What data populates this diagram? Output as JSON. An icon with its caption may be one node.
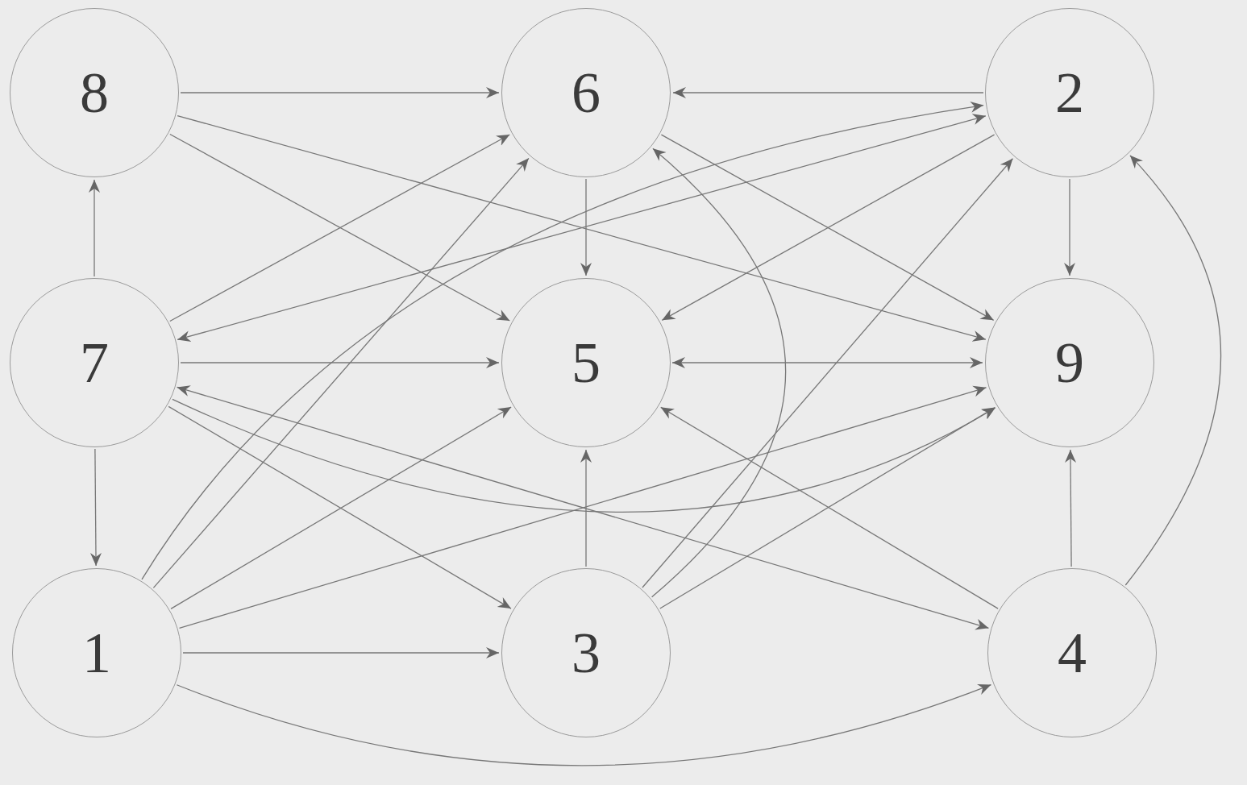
{
  "diagram": {
    "nodes": [
      {
        "text": [
          "8"
        ]
      },
      {
        "text": [
          "6"
        ]
      },
      {
        "text": [
          "2"
        ]
      },
      {
        "text": [
          "7"
        ]
      },
      {
        "text": [
          "5"
        ]
      },
      {
        "text": [
          "9"
        ]
      },
      {
        "text": [
          "1"
        ]
      },
      {
        "text": [
          "3"
        ]
      },
      {
        "text": [
          "4"
        ]
      }
    ],
    "edges": [
      {
        "from": 0,
        "to": 1,
        "arrow": "to"
      },
      {
        "from": 0,
        "to": 5,
        "arrow": "to"
      },
      {
        "from": 0,
        "to": 4,
        "arrow": "to"
      },
      {
        "from": 2,
        "to": 1,
        "arrow": "to"
      },
      {
        "from": 3,
        "to": 2,
        "arrow": "both"
      },
      {
        "from": 3,
        "to": 1,
        "arrow": "to"
      },
      {
        "from": 6,
        "to": 1,
        "arrow": "to"
      },
      {
        "from": 6,
        "to": 2,
        "arrow": "to"
      },
      {
        "from": 7,
        "to": 1,
        "arrow": "to"
      },
      {
        "from": 1,
        "to": 4,
        "arrow": "to"
      },
      {
        "from": 1,
        "to": 5,
        "arrow": "to"
      },
      {
        "from": 2,
        "to": 4,
        "arrow": "to"
      },
      {
        "from": 2,
        "to": 5,
        "arrow": "to"
      },
      {
        "from": 7,
        "to": 2,
        "arrow": "to"
      },
      {
        "from": 8,
        "to": 2,
        "arrow": "to"
      },
      {
        "from": 3,
        "to": 0,
        "arrow": "to"
      },
      {
        "from": 3,
        "to": 4,
        "arrow": "to"
      },
      {
        "from": 4,
        "to": 5,
        "arrow": "both"
      },
      {
        "from": 3,
        "to": 6,
        "arrow": "to"
      },
      {
        "from": 3,
        "to": 7,
        "arrow": "to"
      },
      {
        "from": 3,
        "to": 5,
        "arrow": "to"
      },
      {
        "from": 3,
        "to": 8,
        "arrow": "both"
      },
      {
        "from": 6,
        "to": 4,
        "arrow": "to"
      },
      {
        "from": 6,
        "to": 5,
        "arrow": "to"
      },
      {
        "from": 6,
        "to": 7,
        "arrow": "to"
      },
      {
        "from": 6,
        "to": 8,
        "arrow": "to"
      },
      {
        "from": 7,
        "to": 4,
        "arrow": "to"
      },
      {
        "from": 7,
        "to": 5,
        "arrow": "to"
      },
      {
        "from": 8,
        "to": 4,
        "arrow": "to"
      },
      {
        "from": 8,
        "to": 5,
        "arrow": "to"
      }
    ]
  }
}
